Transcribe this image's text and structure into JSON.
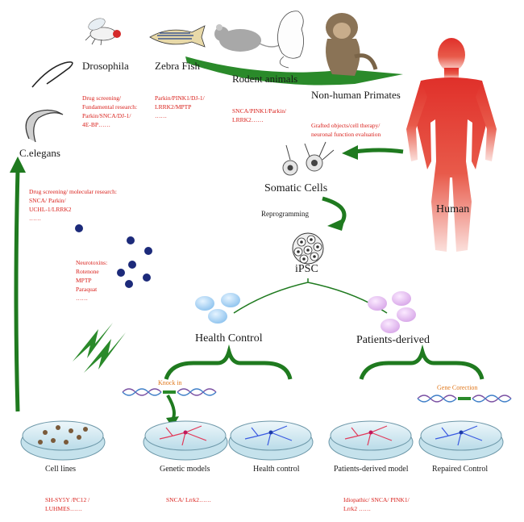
{
  "organisms": {
    "drosophila": {
      "title": "Drosophila",
      "lines": [
        "Drug screening/",
        "Fundamental research:",
        "Parkin/SNCA/DJ-1/",
        "4E-BP……"
      ]
    },
    "zebrafish": {
      "title": "Zebra Fish",
      "lines": [
        "Parkin/PINK1/DJ-1/",
        "LRRK2/MPTP",
        "……"
      ]
    },
    "rodent": {
      "title": "Rodent animals",
      "lines": [
        "SNCA/PINK1/Parkin/",
        "LRRK2……"
      ]
    },
    "primates": {
      "title": "Non-human Primates",
      "lines": [
        "Grafted objects/cell therapy/",
        "neuronal function evaluation"
      ]
    },
    "celegans": {
      "title": "C.elegans",
      "lines": [
        "Drug screening/ molecular research:",
        "SNCA/ Parkin/",
        "UCHL-1/LRRK2",
        "……"
      ]
    }
  },
  "neurotoxins": {
    "lines": [
      "Neurotoxins:",
      "Rotenone",
      "MPTP",
      "Paraquat",
      "……"
    ]
  },
  "human": "Human",
  "somatic_cells": "Somatic Cells",
  "reprogramming": "Reprogramming",
  "ipsc": "iPSC",
  "health_control": "Health Control",
  "patients_derived": "Patients-derived",
  "knock_in": "Knock in",
  "gene_correction": "Gene Corection",
  "dishes": {
    "cell_lines": {
      "title": "Cell lines",
      "lines": [
        "SH-SY5Y /PC12 /",
        "LUHMES……"
      ]
    },
    "genetic_models": {
      "title": "Genetic models",
      "lines": [
        "SNCA/ Lrrk2……"
      ]
    },
    "health_control": {
      "title": "Health control"
    },
    "patients_model": {
      "title": "Patients-derived model",
      "lines": [
        "Idiopathic/ SNCA/ PINK1/",
        "Lrrk2 ……"
      ]
    },
    "repaired": {
      "title": "Repaired Control"
    }
  },
  "colors": {
    "arrow_green": "#1f7a1f",
    "text_red": "#d9201b",
    "orange": "#e0781c",
    "dot_navy": "#1c2a7a"
  }
}
